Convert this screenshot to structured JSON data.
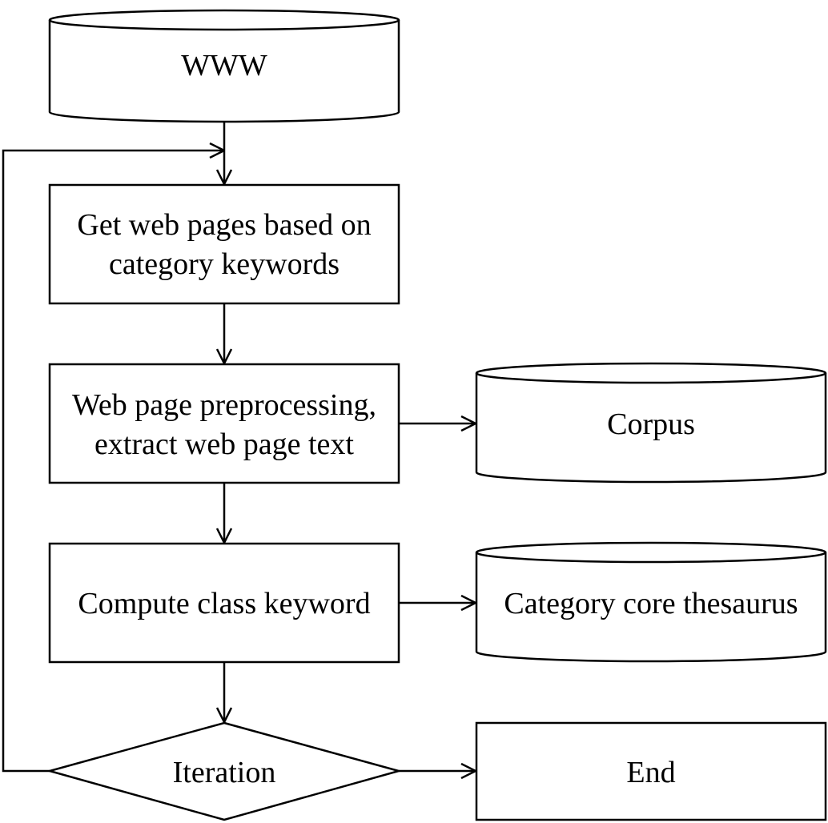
{
  "diagram": {
    "nodes": {
      "www": {
        "label": "WWW"
      },
      "get_pages": {
        "line1": "Get web pages based on",
        "line2": "category keywords"
      },
      "preprocess": {
        "line1": "Web page preprocessing,",
        "line2": "extract web page text"
      },
      "corpus": {
        "label": "Corpus"
      },
      "compute_keyword": {
        "label": "Compute class keyword"
      },
      "thesaurus": {
        "label": "Category core thesaurus"
      },
      "iteration": {
        "label": "Iteration"
      },
      "end": {
        "label": "End"
      }
    },
    "colors": {
      "stroke": "#000000",
      "fill": "#ffffff"
    }
  }
}
